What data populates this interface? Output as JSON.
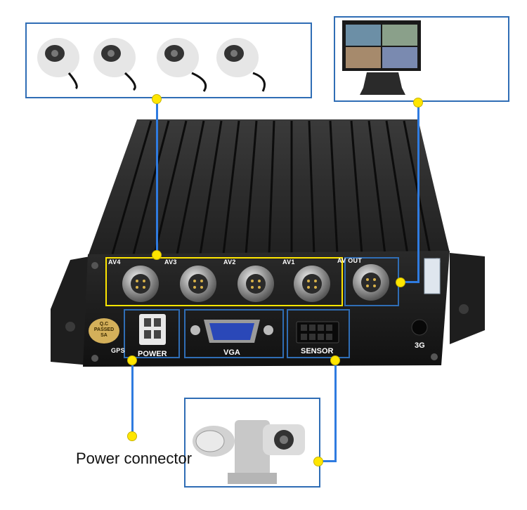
{
  "device": {
    "port_labels": {
      "av4": "AV4",
      "av3": "AV3",
      "av2": "AV2",
      "av1": "AV1",
      "av_out": "AV OUT",
      "power": "POWER",
      "vga": "VGA",
      "sensor": "SENSOR",
      "three_g": "3G",
      "gps": "GPS"
    },
    "qc_sticker": {
      "line1": "Q.C",
      "line2": "PASSED",
      "line3": "SA"
    }
  },
  "captions": {
    "power_connector": "Power connector"
  },
  "colors": {
    "frame": "#2f6db5",
    "wire": "#2f7be0",
    "dot": "#ffe600",
    "device": "#1c1c1c"
  }
}
